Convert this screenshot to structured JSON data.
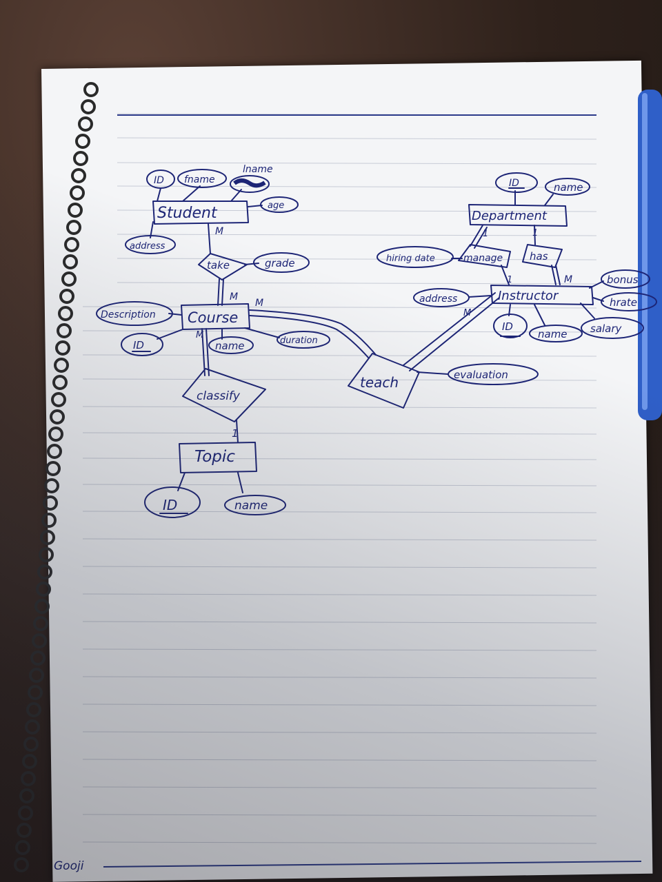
{
  "entities": {
    "student": "Student",
    "course": "Course",
    "topic": "Topic",
    "department": "Department",
    "instructor": "Instructor"
  },
  "relationships": {
    "take": "take",
    "classify": "classify",
    "teach": "teach",
    "manage": "manage",
    "has": "has"
  },
  "attributes": {
    "student_id": "ID",
    "student_fname": "fname",
    "student_lname": "lname",
    "student_age": "age",
    "student_address": "address",
    "take_grade": "grade",
    "course_description": "Description",
    "course_id": "ID",
    "course_name": "name",
    "course_duration": "duration",
    "topic_id": "ID",
    "topic_name": "name",
    "department_id": "ID",
    "department_name": "name",
    "manage_hiring_date": "hiring date",
    "instructor_address": "address",
    "instructor_bonus": "bonus",
    "instructor_hrate": "hrate",
    "instructor_salary": "salary",
    "instructor_id": "ID",
    "instructor_name": "name",
    "teach_evaluation": "evaluation"
  },
  "cardinalities": {
    "student_take": "M",
    "course_take": "M",
    "course_teach": "M",
    "course_classify": "M",
    "topic_classify": "1",
    "instructor_teach": "M",
    "instructor_has": "M",
    "department_has": "1",
    "department_manage": "1",
    "instructor_manage": "1"
  },
  "footer_signature": "Gooji"
}
